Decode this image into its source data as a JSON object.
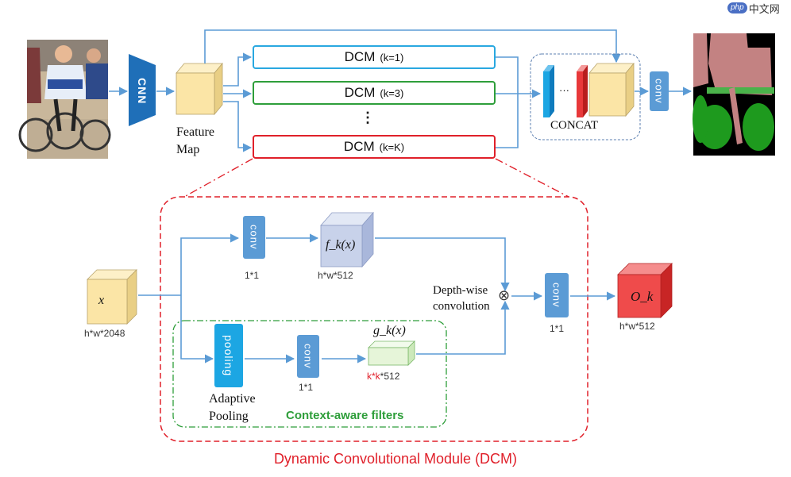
{
  "watermark": {
    "brand": "php",
    "site": "中文网"
  },
  "top": {
    "cnn_label": "CNN",
    "feature_map_label_line1": "Feature",
    "feature_map_label_line2": "Map",
    "dcm_boxes": [
      {
        "name": "DCM",
        "k": "(k=1)",
        "color": "#29a8e0"
      },
      {
        "name": "DCM",
        "k": "(k=3)",
        "color": "#2e9e3a"
      },
      {
        "name": "DCM",
        "k": "(k=K)",
        "color": "#e0202a"
      }
    ],
    "dots": "⋮",
    "concat_dots": "···",
    "concat_label": "CONCAT",
    "conv_label": "conv"
  },
  "dcm_detail": {
    "input_symbol": "x",
    "input_dims": "h*w*2048",
    "conv_top_label": "conv",
    "conv_top_size": "1*1",
    "f_symbol": "f_k(x)",
    "f_dims": "h*w*512",
    "pooling_label": "pooling",
    "adaptive_pooling_line1": "Adaptive",
    "adaptive_pooling_line2": "Pooling",
    "conv_bottom_label": "conv",
    "conv_bottom_size": "1*1",
    "g_symbol": "g_k(x)",
    "g_dims_k": "k*k",
    "g_dims_rest": "*512",
    "context_label": "Context-aware filters",
    "depthwise_line1": "Depth-wise",
    "depthwise_line2": "convolution",
    "otimes": "⊗",
    "conv_right_label": "conv",
    "conv_right_size": "1*1",
    "output_symbol": "O_k",
    "output_dims": "h*w*512",
    "module_title": "Dynamic Convolutional Module (DCM)"
  },
  "colors": {
    "arrow": "#5b9bd5",
    "cube_yellow": "#fbe5a6",
    "cube_blue": "#c8d2ea",
    "cube_green": "#e6f5d9",
    "cube_red": "#ef4b4b",
    "conv_blue": "#5b9bd5",
    "pooling_blue": "#1ca6e3",
    "dcm_red": "#e0202a",
    "context_green": "#2e9e3a"
  }
}
